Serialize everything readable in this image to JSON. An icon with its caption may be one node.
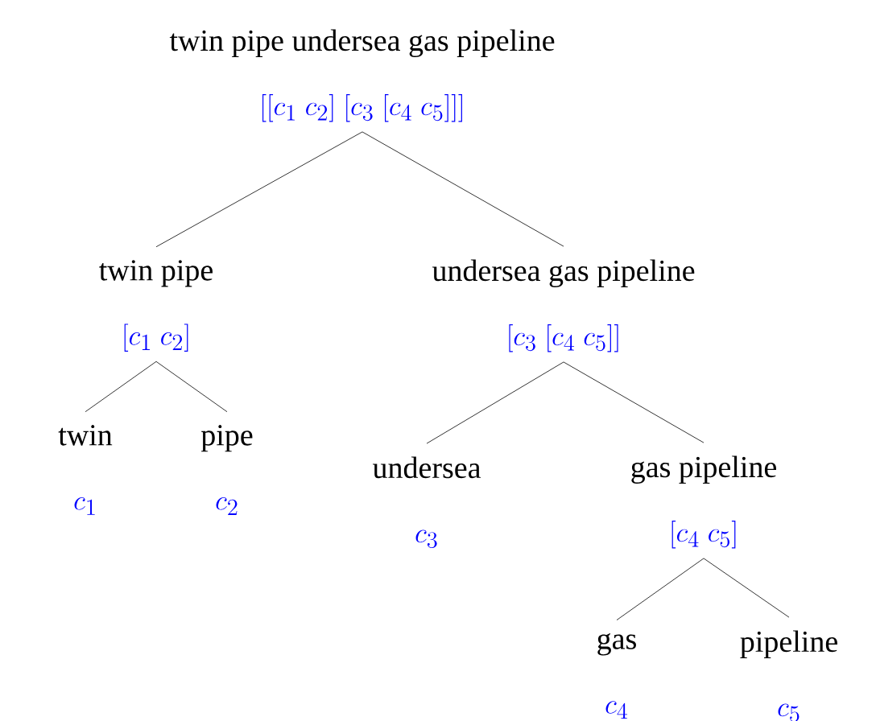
{
  "diagram": {
    "nodes": [
      {
        "text": [
          "twin pipe undersea gas pipeline",
          "[[c_1\\ c_2]\\ [c_3\\ [c_4\\ c_5]]]"
        ]
      },
      {
        "text": [
          "twin pipe",
          "[c_1\\ c_2]"
        ]
      },
      {
        "text": [
          "undersea gas pipeline",
          "[c_3\\ [c_4\\ c_5]]"
        ]
      },
      {
        "text": [
          "twin",
          "c_1"
        ]
      },
      {
        "text": [
          "pipe",
          "c_2"
        ]
      },
      {
        "text": [
          "undersea",
          "c_3"
        ]
      },
      {
        "text": [
          "gas pipeline",
          "[c_4\\ c_5]"
        ]
      },
      {
        "text": [
          "gas",
          "c_4"
        ]
      },
      {
        "text": [
          "pipeline",
          "c_5"
        ]
      }
    ],
    "edges": [
      {
        "from": 0,
        "to": 1,
        "arrow": "none"
      },
      {
        "from": 0,
        "to": 2,
        "arrow": "none"
      },
      {
        "from": 1,
        "to": 3,
        "arrow": "none"
      },
      {
        "from": 1,
        "to": 4,
        "arrow": "none"
      },
      {
        "from": 2,
        "to": 5,
        "arrow": "none"
      },
      {
        "from": 2,
        "to": 6,
        "arrow": "none"
      },
      {
        "from": 6,
        "to": 7,
        "arrow": "none"
      },
      {
        "from": 6,
        "to": 8,
        "arrow": "none"
      }
    ]
  }
}
